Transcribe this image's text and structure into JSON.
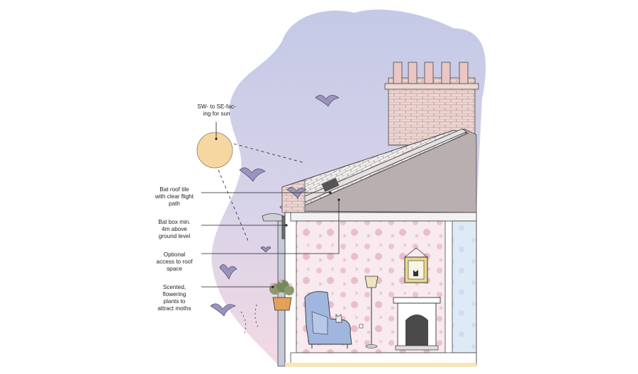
{
  "labels": {
    "sun": [
      "SW- to SE-fac-",
      "ing for sun"
    ],
    "roof_tile": [
      "Bat roof tile",
      "with clear flight",
      "path"
    ],
    "bat_box": [
      "Bat box min.",
      "4m above",
      "ground level"
    ],
    "roof_access": [
      "Optional",
      "access to roof",
      "space"
    ],
    "plants": [
      "Scented,",
      "flowering",
      "plants to",
      "attract moths"
    ]
  },
  "colors": {
    "sky": "#c9cde6",
    "sky_pink": "#f2d7e2",
    "sun": "#f6d7a0",
    "brick": "#e7c9c4",
    "roof": "#f1eeee",
    "attic": "#b8aeb0",
    "wallpaper": "#f6e3e8",
    "right_room": "#dbe8f6",
    "armchair": "#9db4dd",
    "bat": "#9a93c2"
  }
}
